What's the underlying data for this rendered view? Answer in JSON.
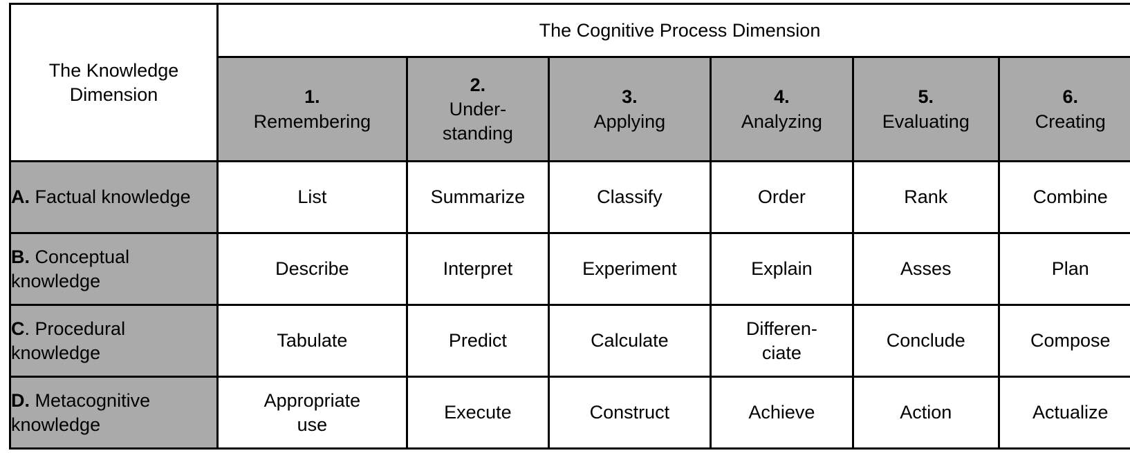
{
  "table": {
    "knowledge_dimension_header": "The Knowledge Dimension",
    "cognitive_process_header": "The Cognitive Process Dimension",
    "colors": {
      "header_fill": "#aaaaaa",
      "cell_fill": "#ffffff",
      "border": "#000000",
      "text": "#000000"
    },
    "columns": [
      {
        "num": "1.",
        "label": "Remembering",
        "label_line2": ""
      },
      {
        "num": "2.",
        "label": "Under-",
        "label_line2": "standing"
      },
      {
        "num": "3.",
        "label": "Applying",
        "label_line2": ""
      },
      {
        "num": "4.",
        "label": "Analyzing",
        "label_line2": ""
      },
      {
        "num": "5.",
        "label": "Evaluating",
        "label_line2": ""
      },
      {
        "num": "6.",
        "label": "Creating",
        "label_line2": ""
      }
    ],
    "rows": [
      {
        "letter": "A.",
        "name": " Factual knowledge",
        "cells": [
          {
            "line1": "List",
            "line2": ""
          },
          {
            "line1": "Summarize",
            "line2": ""
          },
          {
            "line1": "Classify",
            "line2": ""
          },
          {
            "line1": "Order",
            "line2": ""
          },
          {
            "line1": "Rank",
            "line2": ""
          },
          {
            "line1": "Combine",
            "line2": ""
          }
        ]
      },
      {
        "letter": "B.",
        "name": " Conceptual knowledge",
        "cells": [
          {
            "line1": "Describe",
            "line2": ""
          },
          {
            "line1": "Interpret",
            "line2": ""
          },
          {
            "line1": "Experiment",
            "line2": ""
          },
          {
            "line1": "Explain",
            "line2": ""
          },
          {
            "line1": "Asses",
            "line2": ""
          },
          {
            "line1": "Plan",
            "line2": ""
          }
        ]
      },
      {
        "letter": "C",
        "name": ". Procedural knowledge",
        "cells": [
          {
            "line1": "Tabulate",
            "line2": ""
          },
          {
            "line1": "Predict",
            "line2": ""
          },
          {
            "line1": "Calculate",
            "line2": ""
          },
          {
            "line1": "Differen-",
            "line2": "ciate"
          },
          {
            "line1": "Conclude",
            "line2": ""
          },
          {
            "line1": "Compose",
            "line2": ""
          }
        ]
      },
      {
        "letter": "D.",
        "name": " Metacognitive knowledge",
        "cells": [
          {
            "line1": "Appropriate",
            "line2": "use"
          },
          {
            "line1": "Execute",
            "line2": ""
          },
          {
            "line1": "Construct",
            "line2": ""
          },
          {
            "line1": "Achieve",
            "line2": ""
          },
          {
            "line1": "Action",
            "line2": ""
          },
          {
            "line1": "Actualize",
            "line2": ""
          }
        ]
      }
    ]
  }
}
